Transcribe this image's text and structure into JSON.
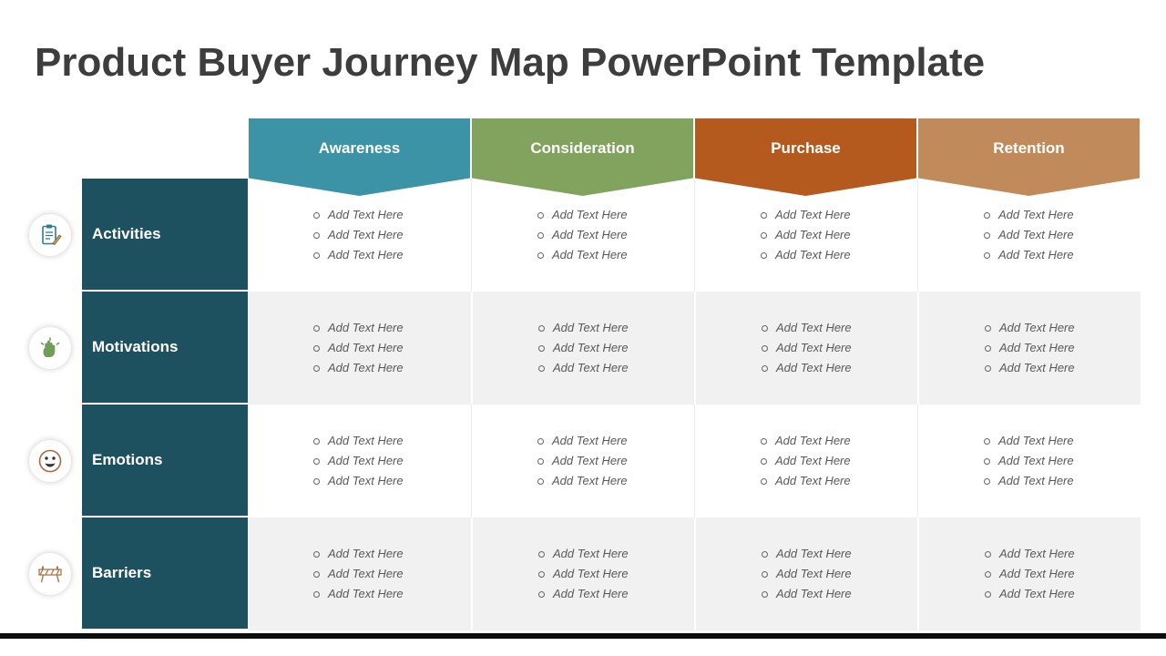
{
  "slide": {
    "title": "Product Buyer Journey Map PowerPoint Template"
  },
  "table": {
    "columns": [
      {
        "label": "Awareness",
        "color": "#3D93A6"
      },
      {
        "label": "Consideration",
        "color": "#81A35E"
      },
      {
        "label": "Purchase",
        "color": "#B45A1E"
      },
      {
        "label": "Retention",
        "color": "#C08A5A"
      }
    ],
    "rows": [
      {
        "label": "Activities",
        "icon": "clipboard-pencil-icon"
      },
      {
        "label": "Motivations",
        "icon": "raised-fist-icon"
      },
      {
        "label": "Emotions",
        "icon": "smiley-face-icon"
      },
      {
        "label": "Barriers",
        "icon": "roadblock-barrier-icon"
      }
    ],
    "cell_placeholder": "Add Text Here",
    "bullets_per_cell": 3
  },
  "colors": {
    "row_header_bg": "#1E515F",
    "row_alt_bg": "#F1F1F2",
    "placeholder_text": "#595959",
    "title_text": "#3D3D3D",
    "footer_bar": "#0D0D0D"
  }
}
